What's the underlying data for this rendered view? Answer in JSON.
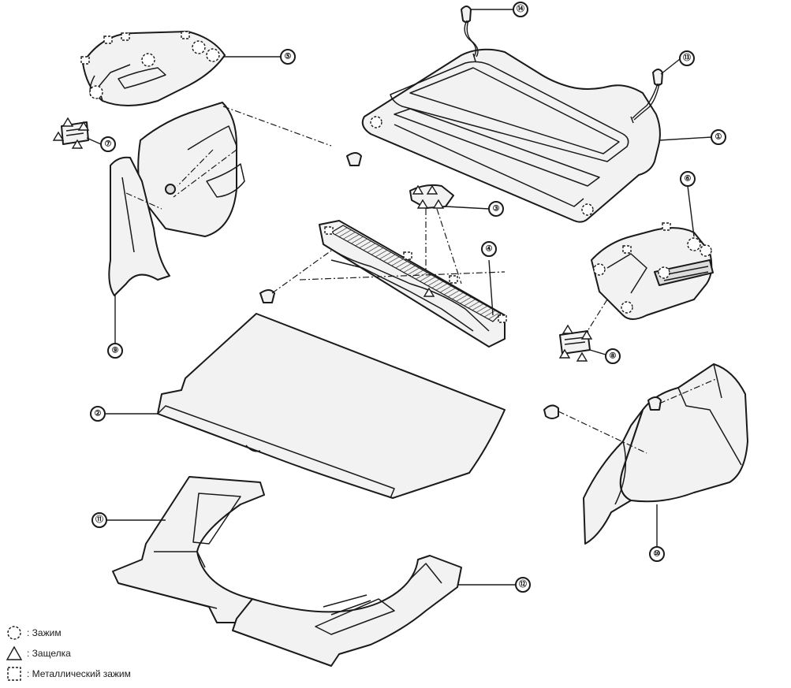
{
  "callouts": [
    "⑭",
    "⑬",
    "①",
    "⑤",
    "⑦",
    "⑥",
    "③",
    "④",
    "⑧",
    "⑨",
    "②",
    "⑩",
    "⑪",
    "⑫"
  ],
  "legend": {
    "clip": ": Зажим",
    "latch": ": Защелка",
    "metal_clip": ": Металлический зажим"
  },
  "colors": {
    "line": "#1a1a1a",
    "fill": "#f2f2f2",
    "background": "#ffffff"
  },
  "icons": {
    "clip": "dashed-circle",
    "latch": "triangle",
    "metal_clip": "dashed-square"
  }
}
